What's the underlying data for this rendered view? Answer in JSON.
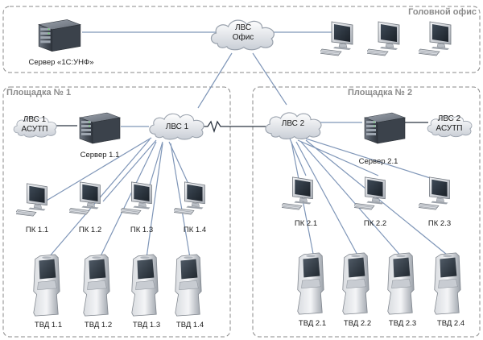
{
  "areas": {
    "head": "Головной офис",
    "site1": "Площадка № 1",
    "site2": "Площадка № 2"
  },
  "clouds": {
    "office_line1": "ЛВС",
    "office_line2": "Офис",
    "lan1": "ЛВС 1",
    "lan2": "ЛВС 2",
    "acs1_line1": "ЛВС 1",
    "acs1_line2": "АСУТП",
    "acs2_line1": "ЛВС 2",
    "acs2_line2": "АСУТП"
  },
  "servers": {
    "main": "Сервер «1С:УНФ»",
    "s11": "Сервер 1.1",
    "s21": "Сервер 2.1"
  },
  "pcs": {
    "pc11": "ПК 1.1",
    "pc12": "ПК 1.2",
    "pc13": "ПК 1.3",
    "pc14": "ПК 1.4",
    "pc21": "ПК 2.1",
    "pc22": "ПК 2.2",
    "pc23": "ПК 2.3"
  },
  "terminals": {
    "t11": "ТВД 1.1",
    "t12": "ТВД 1.2",
    "t13": "ТВД 1.3",
    "t14": "ТВД 1.4",
    "t21": "ТВД 2.1",
    "t22": "ТВД 2.2",
    "t23": "ТВД 2.3",
    "t24": "ТВД 2.4"
  }
}
